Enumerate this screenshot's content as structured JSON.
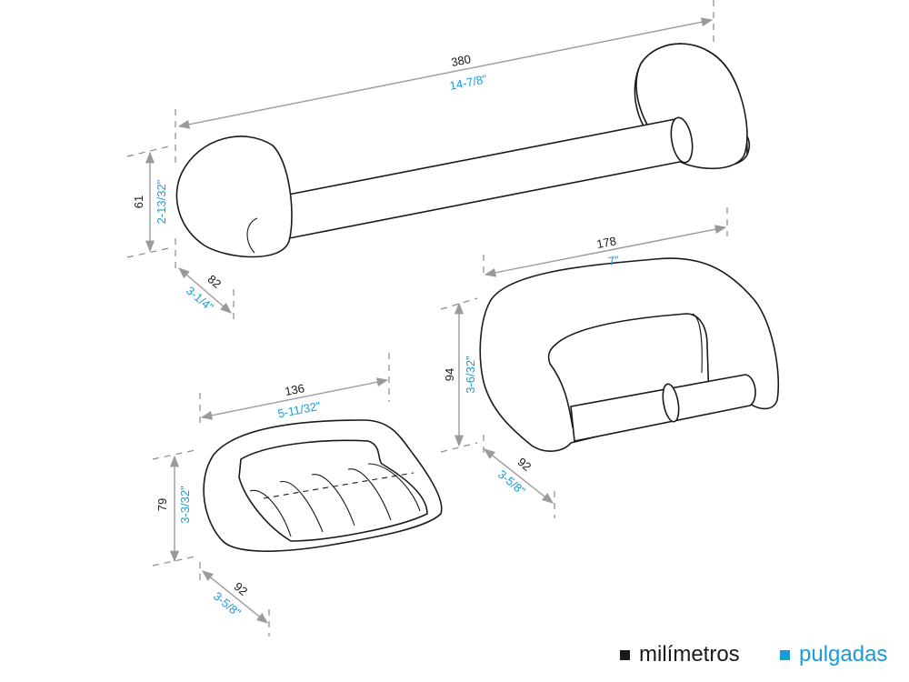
{
  "colors": {
    "metric": "#1a1a1a",
    "imperial": "#1a9ad6",
    "dimension_line": "#9a9a9a"
  },
  "towel_bar": {
    "length_mm": "380",
    "length_in": "14-7/8\"",
    "height_mm": "61",
    "height_in": "2-13/32\"",
    "depth_mm": "82",
    "depth_in": "3-1/4\""
  },
  "paper_holder": {
    "width_mm": "178",
    "width_in": "7\"",
    "height_mm": "94",
    "height_in": "3-6/32\"",
    "depth_mm": "92",
    "depth_in": "3-5/8\""
  },
  "soap_dish": {
    "width_mm": "136",
    "width_in": "5-11/32\"",
    "height_mm": "79",
    "height_in": "3-3/32\"",
    "depth_mm": "92",
    "depth_in": "3-5/8\""
  },
  "legend": {
    "metric_label": "milímetros",
    "imperial_label": "pulgadas"
  }
}
